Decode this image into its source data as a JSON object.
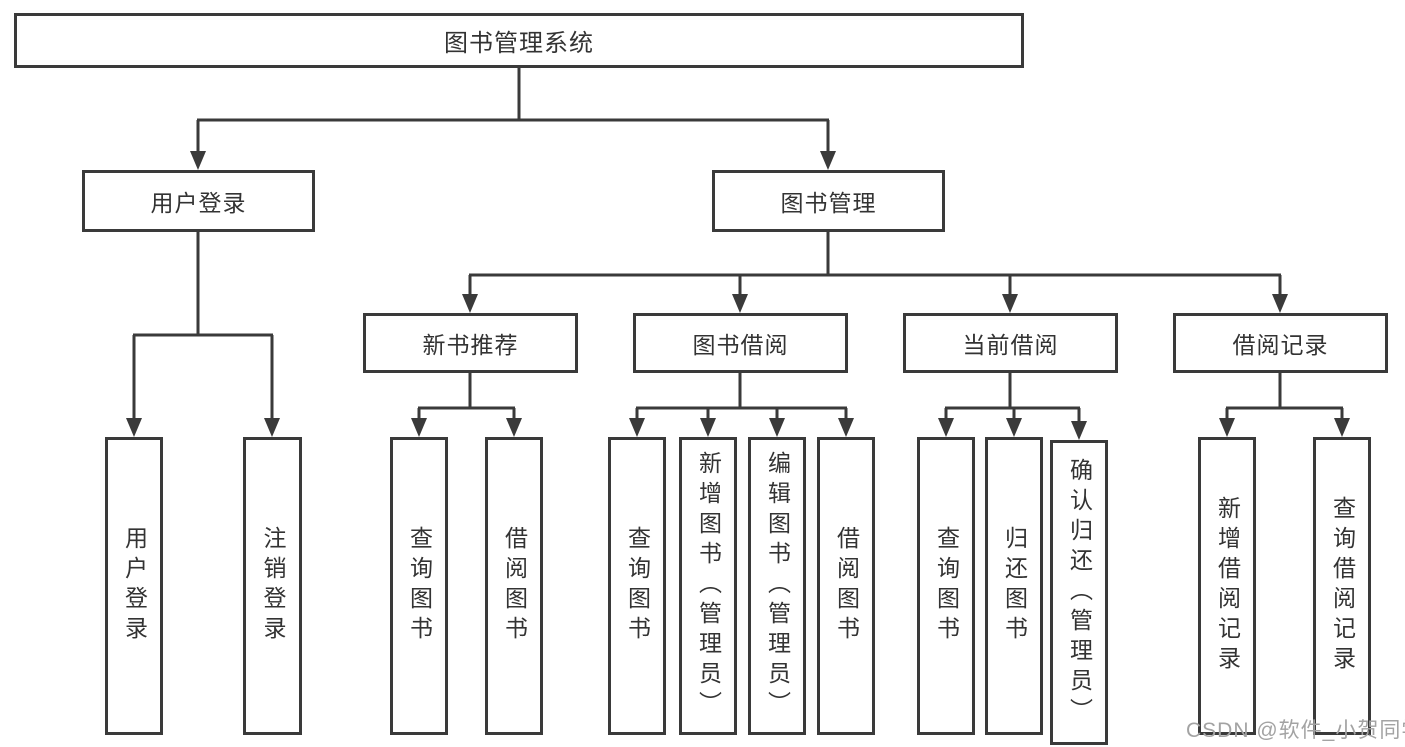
{
  "diagram": {
    "root": {
      "label": "图书管理系统"
    },
    "branches": [
      {
        "label": "用户登录",
        "leaves": [
          {
            "label": "用户登录"
          },
          {
            "label": "注销登录"
          }
        ]
      },
      {
        "label": "图书管理",
        "groups": [
          {
            "label": "新书推荐",
            "leaves": [
              {
                "label": "查询图书"
              },
              {
                "label": "借阅图书"
              }
            ]
          },
          {
            "label": "图书借阅",
            "leaves": [
              {
                "label": "查询图书"
              },
              {
                "label": "新增图书（管理员）"
              },
              {
                "label": "编辑图书（管理员）"
              },
              {
                "label": "借阅图书"
              }
            ]
          },
          {
            "label": "当前借阅",
            "leaves": [
              {
                "label": "查询图书"
              },
              {
                "label": "归还图书"
              },
              {
                "label": "确认归还（管理员）"
              }
            ]
          },
          {
            "label": "借阅记录",
            "leaves": [
              {
                "label": "新增借阅记录"
              },
              {
                "label": "查询借阅记录"
              }
            ]
          }
        ]
      }
    ]
  },
  "watermark": {
    "text": "CSDN @软件_小贺同学"
  },
  "colors": {
    "line": "#3a3a3a",
    "text": "#333333",
    "watermark": "#a3a3a3",
    "background": "#ffffff"
  }
}
